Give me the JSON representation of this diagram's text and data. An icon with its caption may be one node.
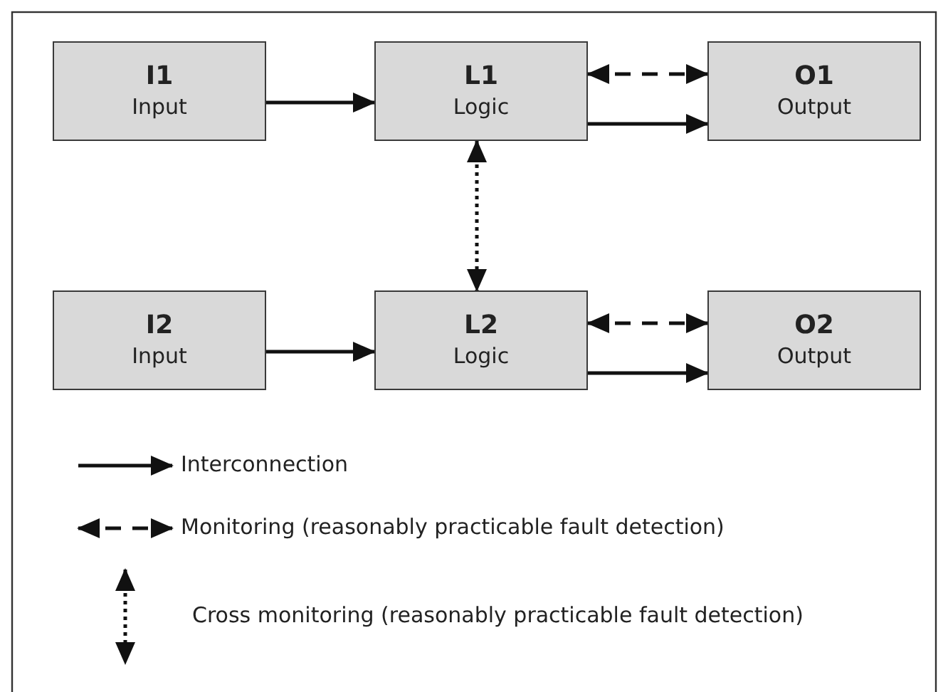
{
  "diagram": {
    "nodes": [
      {
        "text": [
          "I1",
          "Input"
        ]
      },
      {
        "text": [
          "L1",
          "Logic"
        ]
      },
      {
        "text": [
          "O1",
          "Output"
        ]
      },
      {
        "text": [
          "I2",
          "Input"
        ]
      },
      {
        "text": [
          "L2",
          "Logic"
        ]
      },
      {
        "text": [
          "O2",
          "Output"
        ]
      }
    ],
    "edges": [
      {
        "from": 0,
        "to": 1,
        "arrow": "to"
      },
      {
        "from": 1,
        "to": 2,
        "arrow": "both",
        "style": "dashed"
      },
      {
        "from": 1,
        "to": 2,
        "arrow": "to"
      },
      {
        "from": 1,
        "to": 4,
        "arrow": "both",
        "style": "dashed"
      },
      {
        "from": 3,
        "to": 4,
        "arrow": "to"
      },
      {
        "from": 4,
        "to": 5,
        "arrow": "both",
        "style": "dashed"
      },
      {
        "from": 4,
        "to": 5,
        "arrow": "to"
      }
    ],
    "legend": [
      {
        "text": "Interconnection"
      },
      {
        "text": "Monitoring (reasonably practicable fault detection)"
      },
      {
        "text": "Cross monitoring (reasonably practicable fault detection)"
      }
    ]
  }
}
